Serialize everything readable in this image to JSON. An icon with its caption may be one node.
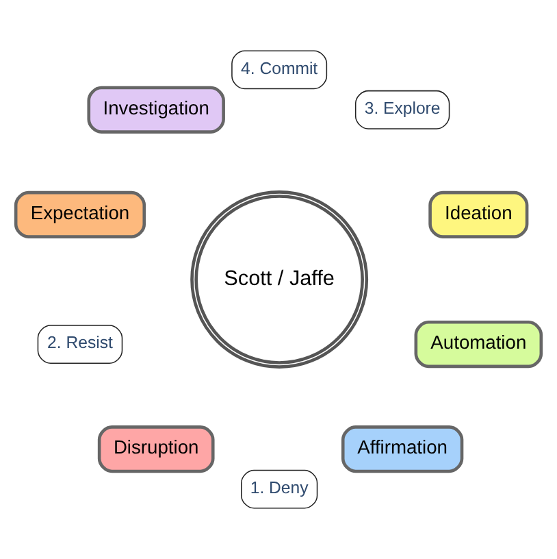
{
  "diagram": {
    "nodes": [
      {
        "text": [
          "Ideation"
        ]
      },
      {
        "text": [
          "3. Explore"
        ]
      },
      {
        "text": [
          "4. Commit"
        ]
      },
      {
        "text": [
          "Investigation"
        ]
      },
      {
        "text": [
          "Expectation"
        ]
      },
      {
        "text": [
          "Scott / Jaffe"
        ]
      },
      {
        "text": [
          "2. Resist"
        ]
      },
      {
        "text": [
          "Disruption"
        ]
      },
      {
        "text": [
          "1. Deny"
        ]
      },
      {
        "text": [
          "Affirmation"
        ]
      },
      {
        "text": [
          "Automation"
        ]
      }
    ]
  }
}
